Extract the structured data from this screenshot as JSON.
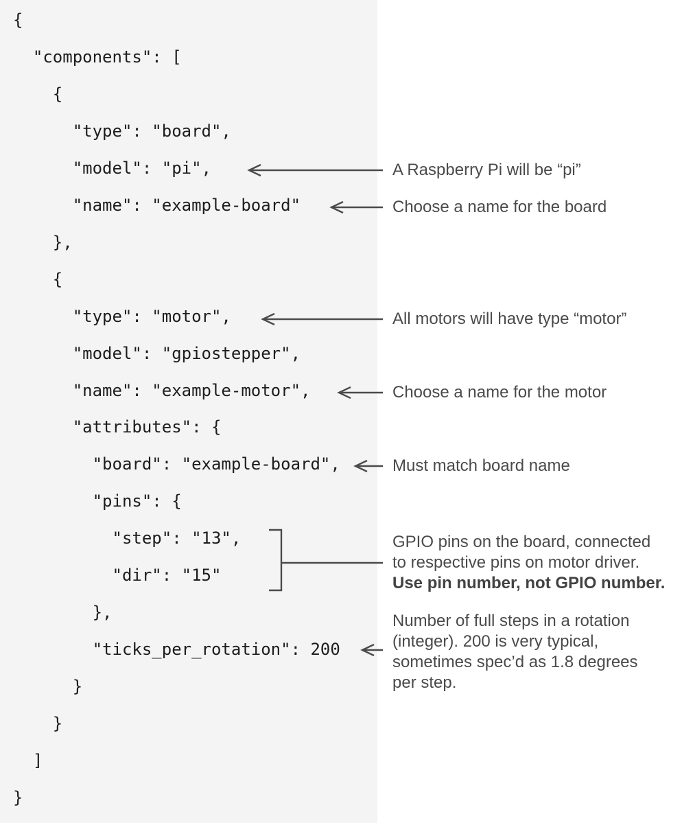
{
  "code": {
    "language": "json",
    "content": "{\n  \"components\": [\n    {\n      \"type\": \"board\",\n      \"model\": \"pi\",\n      \"name\": \"example-board\"\n    },\n    {\n      \"type\": \"motor\",\n      \"model\": \"gpiostepper\",\n      \"name\": \"example-motor\",\n      \"attributes\": {\n        \"board\": \"example-board\",\n        \"pins\": {\n          \"step\": \"13\",\n          \"dir\": \"15\"\n        },\n        \"ticks_per_rotation\": 200\n      }\n    }\n  ]\n}"
  },
  "annotations": [
    {
      "id": "model-pi",
      "text": "A Raspberry Pi will be “pi”"
    },
    {
      "id": "board-name",
      "text": "Choose a name for the board"
    },
    {
      "id": "motor-type",
      "text": "All motors will have type “motor”"
    },
    {
      "id": "motor-name",
      "text": "Choose a name for the motor"
    },
    {
      "id": "board-match",
      "text": "Must match board name"
    },
    {
      "id": "pins",
      "lines": [
        "GPIO pins on the board, connected",
        "to respective pins on motor driver.",
        "Use pin number, not GPIO number."
      ],
      "bold_last_line": true
    },
    {
      "id": "ticks-per-rotation",
      "lines": [
        "Number of full steps in a rotation",
        "(integer). 200 is very typical,",
        "sometimes spec’d as 1.8 degrees",
        "per step."
      ]
    }
  ],
  "colors": {
    "panel_bg": "#f4f4f4",
    "page_bg": "#ffffff",
    "code_text": "#1d1d1d",
    "annotation_text": "#4a4a4a",
    "arrow": "#4a4a4a"
  }
}
